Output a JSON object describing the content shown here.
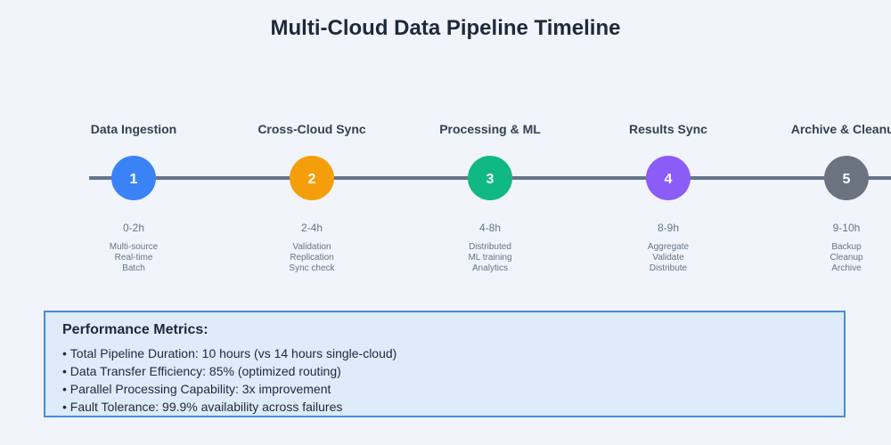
{
  "title": "Multi-Cloud Data Pipeline Timeline",
  "stages": [
    {
      "number": "1",
      "title": "Data Ingestion",
      "time": "0-2h",
      "details": [
        "Multi-source",
        "Real-time",
        "Batch"
      ],
      "color": "#3b82f6"
    },
    {
      "number": "2",
      "title": "Cross-Cloud Sync",
      "time": "2-4h",
      "details": [
        "Validation",
        "Replication",
        "Sync check"
      ],
      "color": "#f59e0b"
    },
    {
      "number": "3",
      "title": "Processing & ML",
      "time": "4-8h",
      "details": [
        "Distributed",
        "ML training",
        "Analytics"
      ],
      "color": "#10b981"
    },
    {
      "number": "4",
      "title": "Results Sync",
      "time": "8-9h",
      "details": [
        "Aggregate",
        "Validate",
        "Distribute"
      ],
      "color": "#8b5cf6"
    },
    {
      "number": "5",
      "title": "Archive & Cleanup",
      "time": "9-10h",
      "details": [
        "Backup",
        "Cleanup",
        "Archive"
      ],
      "color": "#6b7280"
    }
  ],
  "metrics": {
    "title": "Performance Metrics:",
    "items": [
      "Total Pipeline Duration: 10 hours (vs 14 hours single-cloud)",
      "Data Transfer Efficiency: 85% (optimized routing)",
      "Parallel Processing Capability: 3x improvement",
      "Fault Tolerance: 99.9% availability across failures"
    ],
    "border_color": "#4a8ad8",
    "background_color": "#deebfa"
  },
  "timeline_color": "#64748b"
}
